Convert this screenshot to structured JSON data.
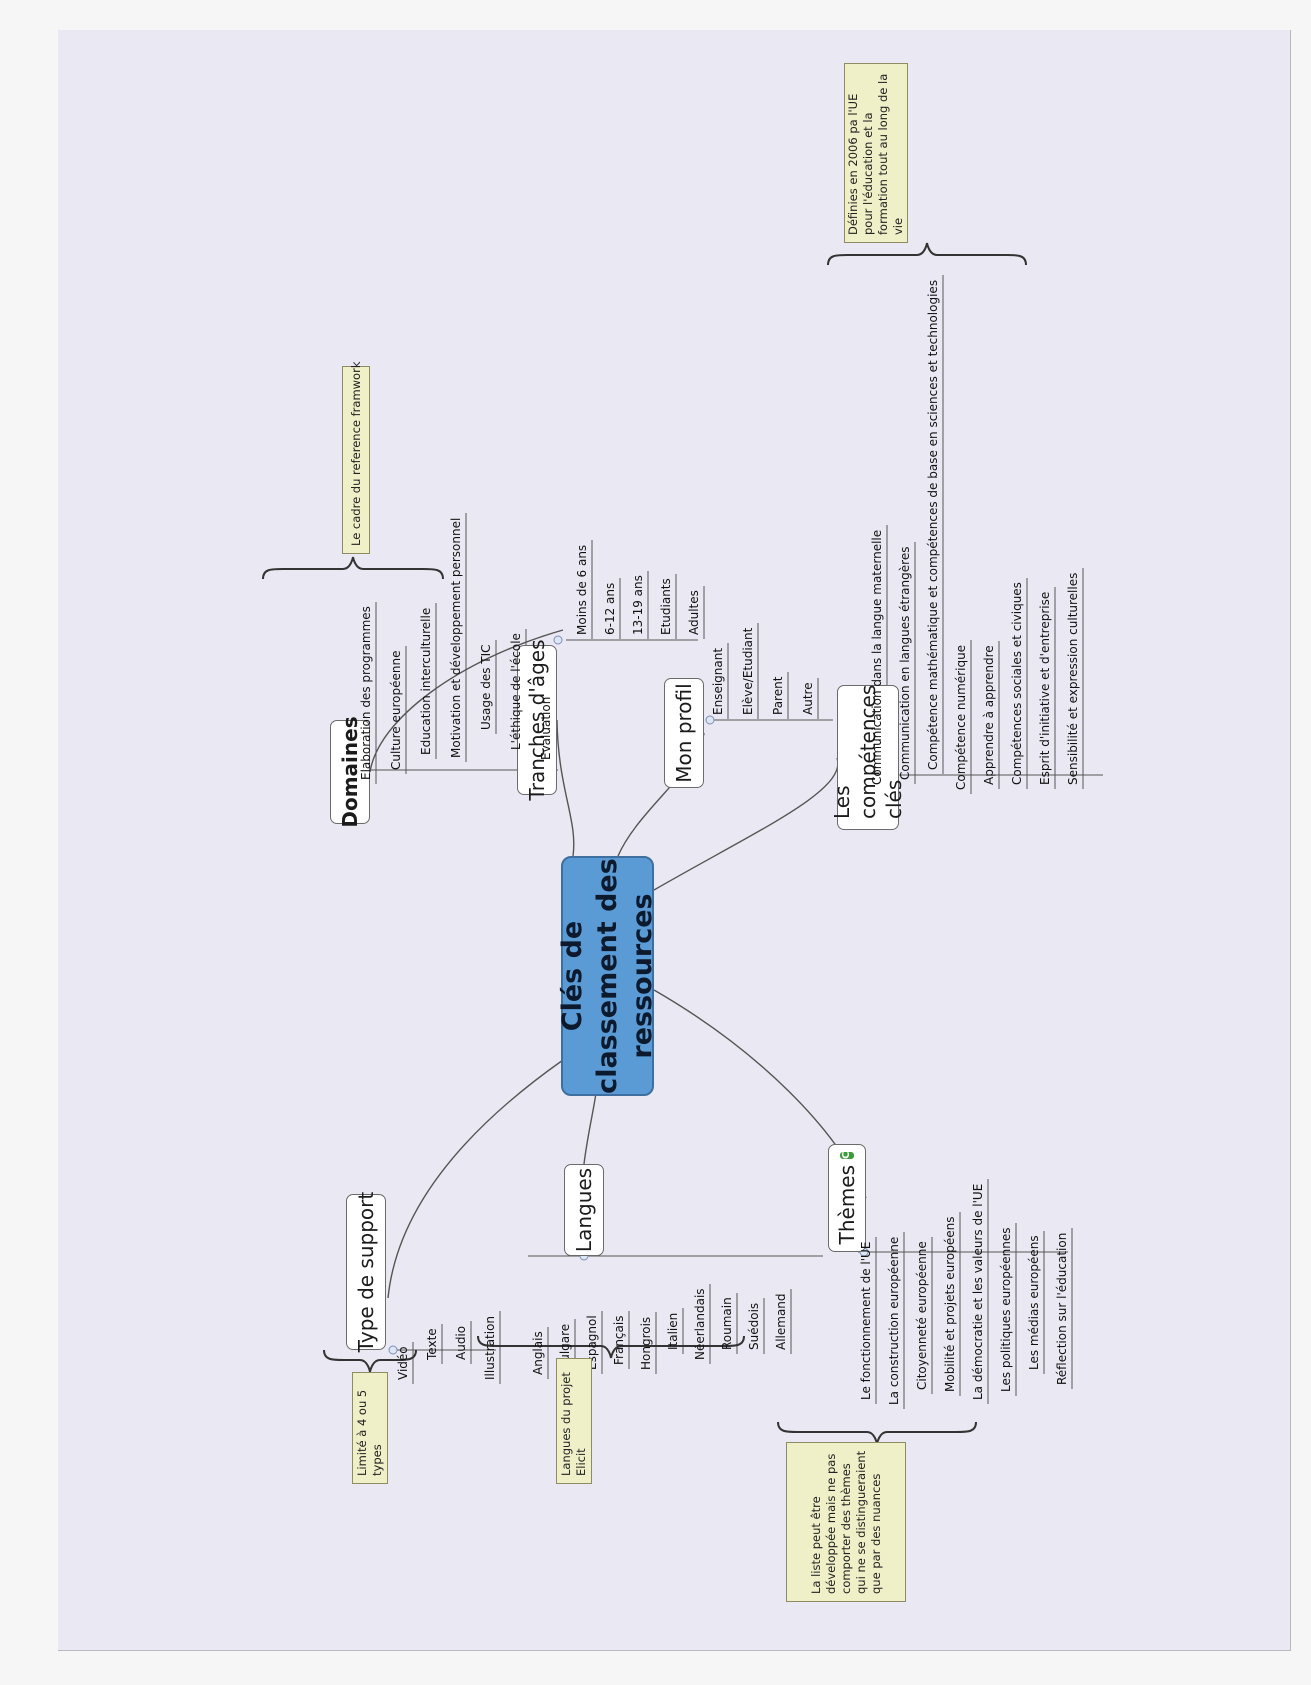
{
  "central": "Clés de classement des ressources",
  "branches": {
    "type_support": {
      "label": "Type de support",
      "items": [
        "Vidéo",
        "Texte",
        "Audio",
        "Illustration"
      ],
      "note": "Limité à 4 ou 5 types"
    },
    "langues": {
      "label": "Langues",
      "items": [
        "Anglais",
        "Bulgare",
        "Espagnol",
        "Français",
        "Hongrois",
        "Italien",
        "Néerlandais",
        "Roumain",
        "Suédois",
        "Allemand"
      ],
      "note": "Langues du projet Elicit"
    },
    "themes": {
      "label": "Thèmes",
      "badge": "C",
      "items": [
        "Le fonctionnement de l'UE",
        "La construction européenne",
        "Citoyenneté européenne",
        "Mobilité et projets européens",
        "La démocratie et les valeurs de l'UE",
        "Les politiques européennes",
        "Les médias européens",
        "Réflection sur l'éducation"
      ],
      "note": "La liste peut être développée mais ne pas comporter des thèmes qui ne se distingueraient que par des nuances"
    },
    "domaines": {
      "label": "Domaines",
      "items": [
        "Elaboration des programmes",
        "Culture européenne",
        "Education interculturelle",
        "Motivation et développement personnel",
        "Usage des TIC",
        "L'éthique de l'école",
        "Evaluation"
      ],
      "note": "Le cadre du reference framwork"
    },
    "tranches": {
      "label": "Tranches d'âges",
      "items": [
        "Moins de 6 ans",
        "6-12 ans",
        "13-19 ans",
        "Etudiants",
        "Adultes"
      ]
    },
    "profil": {
      "label": "Mon profil",
      "items": [
        "Enseignant",
        "Elève/Etudiant",
        "Parent",
        "Autre"
      ]
    },
    "competences": {
      "label": "Les compétences clés",
      "items": [
        "Communication dans la langue maternelle",
        "Communication en langues étrangères",
        "Compétence mathématique et compétences de base en sciences et technologies",
        "Compétence numérique",
        "Apprendre à apprendre",
        "Compétences sociales et civiques",
        "Esprit d'initiative et d'entreprise",
        "Sensibilité et expression culturelles"
      ],
      "note": "Définies en 2006 pa l'UE pour l'éducation et la formation tout au long de la vie"
    }
  },
  "colors": {
    "central_fill": "#5b9bd5",
    "note_fill": "#efefc8",
    "connector": "#555555",
    "paper": "#eae9f3"
  }
}
